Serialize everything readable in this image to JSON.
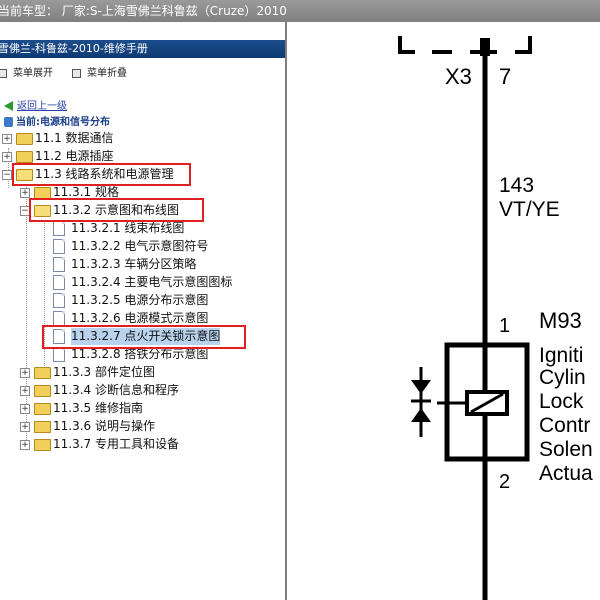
{
  "title_bar": {
    "text": "当前车型： 厂家:S-上海雪佛兰科鲁兹（Cruze）2010"
  },
  "book_bar": {
    "text": "雪佛兰-科鲁兹-2010-维修手册"
  },
  "toolbar": {
    "expand_label": "菜单展开",
    "collapse_label": "菜单折叠"
  },
  "nav": {
    "back_label": "返回上一级",
    "current_label": "当前:电源和信号分布"
  },
  "tree": {
    "items": [
      {
        "label": "11.1 数据通信"
      },
      {
        "label": "11.2 电源插座"
      },
      {
        "label": "11.3 线路系统和电源管理"
      },
      {
        "label": "11.3.1 规格"
      },
      {
        "label": "11.3.2 示意图和布线图"
      },
      {
        "label": "11.3.2.1 线束布线图"
      },
      {
        "label": "11.3.2.2 电气示意图符号"
      },
      {
        "label": "11.3.2.3 车辆分区策略"
      },
      {
        "label": "11.3.2.4 主要电气示意图图标"
      },
      {
        "label": "11.3.2.5 电源分布示意图"
      },
      {
        "label": "11.3.2.6 电源模式示意图"
      },
      {
        "label": "11.3.2.7 点火开关锁示意图"
      },
      {
        "label": "11.3.2.8 搭铁分布示意图"
      },
      {
        "label": "11.3.3 部件定位图"
      },
      {
        "label": "11.3.4 诊断信息和程序"
      },
      {
        "label": "11.3.5 维修指南"
      },
      {
        "label": "11.3.6 说明与操作"
      },
      {
        "label": "11.3.7 专用工具和设备"
      }
    ]
  },
  "diagram": {
    "connector_label": "X3",
    "connector_pin": "7",
    "wire_number": "143",
    "wire_color": "VT/YE",
    "component_pin_top": "1",
    "component_id": "M93",
    "component_pin_bottom": "2",
    "component_name_lines": [
      "Igniti",
      "Cylin",
      "Lock",
      "Contr",
      "Solen",
      "Actua"
    ]
  },
  "colors": {
    "highlight_box": "#e02020",
    "selected_row": "#b9d3ee",
    "book_bar": "#0c3a73"
  }
}
